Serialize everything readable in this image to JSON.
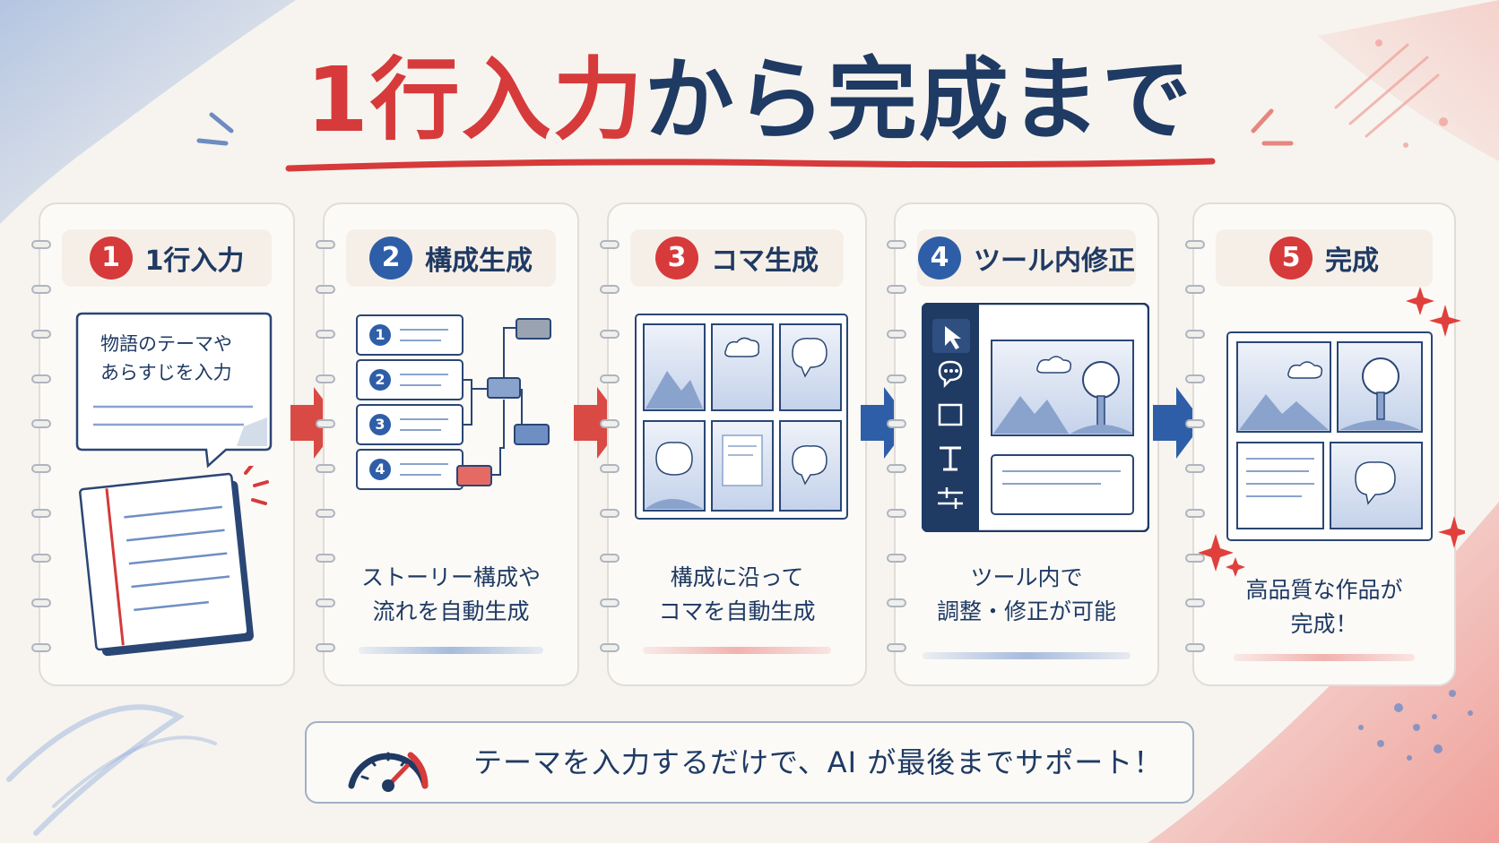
{
  "title": {
    "part_red": "1行入力",
    "part_navy": "から完成まで"
  },
  "colors": {
    "red": "#d63a3a",
    "navy": "#1f3a63",
    "blue": "#2f5ea8"
  },
  "steps": [
    {
      "number": "1",
      "title": "1行入力",
      "speech_line1": "物語のテーマや",
      "speech_line2": "あらすじを入力"
    },
    {
      "number": "2",
      "title": "構成生成",
      "caption_line1": "ストーリー構成や",
      "caption_line2": "流れを自動生成",
      "outline_items": [
        "1",
        "2",
        "3",
        "4"
      ]
    },
    {
      "number": "3",
      "title": "コマ生成",
      "caption_line1": "構成に沿って",
      "caption_line2": "コマを自動生成"
    },
    {
      "number": "4",
      "title": "ツール内修正",
      "caption_line1": "ツール内で",
      "caption_line2": "調整・修正が可能"
    },
    {
      "number": "5",
      "title": "完成",
      "caption_line1": "高品質な作品が",
      "caption_line2": "完成！"
    }
  ],
  "banner": {
    "text": "テーマを入力するだけで、AI が最後までサポート！",
    "icon": "speedometer-icon"
  }
}
